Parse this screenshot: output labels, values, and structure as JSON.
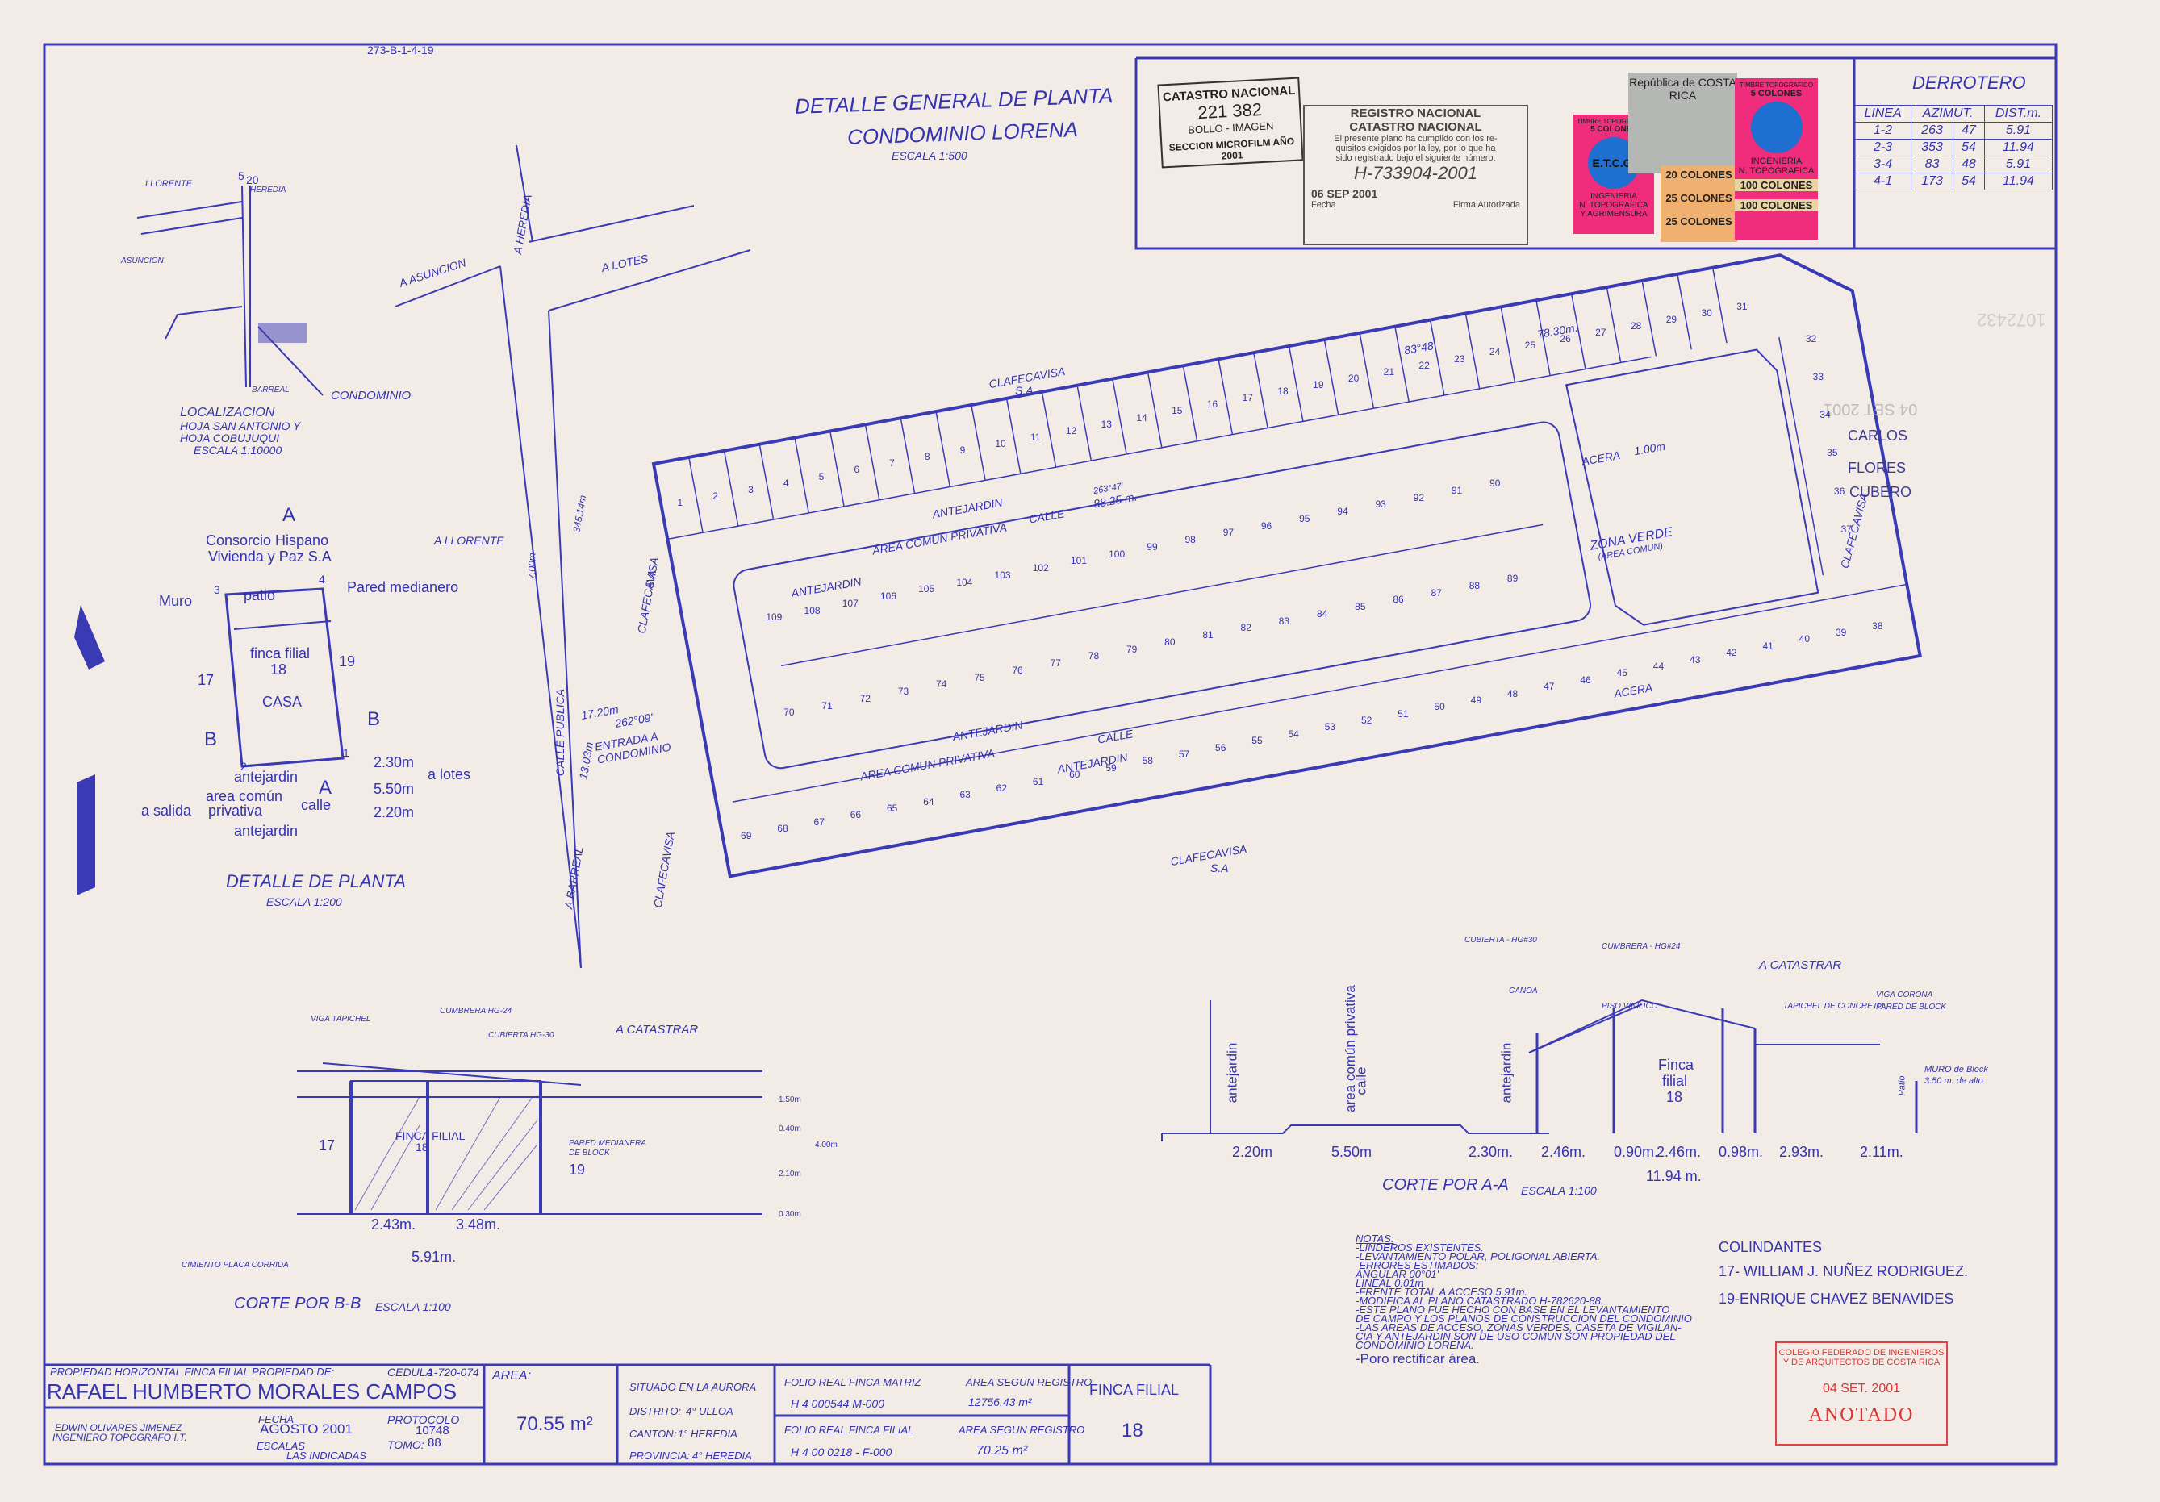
{
  "header": {
    "ref_code": "273-B-1-4-19",
    "title_line1": "DETALLE GENERAL DE PLANTA",
    "title_line2": "CONDOMINIO LORENA",
    "scale": "ESCALA 1:500"
  },
  "catastro_stamp": {
    "title": "CATASTRO NACIONAL",
    "number": "221 382",
    "sub": "BOLLO - IMAGEN",
    "footer": "SECCION MICROFILM AÑO 2001"
  },
  "registration_stamp": {
    "title1": "REGISTRO NACIONAL",
    "title2": "CATASTRO NACIONAL",
    "text1": "El presente plano ha cumplido con los re-",
    "text2": "quisitos exigidos por la ley, por lo que ha",
    "text3": "sido registrado bajo el siguiente número:",
    "number": "H-733904-2001",
    "date": "06 SEP 2001",
    "date_label": "Fecha",
    "sign_label": "Firma Autorizada"
  },
  "revenue_stamps": {
    "s1_top": "TIMBRE TOPOGRAFICO",
    "s1_val": "5 COLONES",
    "s1_mid": "E.T.C.G.",
    "s1_bot1": "INGENIERIA",
    "s1_bot2": "N. TOPOGRAFICA",
    "s1_bot3": "Y AGRIMENSURA",
    "country": "República de COSTA RICA",
    "s2_a": "20 COLONES",
    "s2_b": "25 COLONES",
    "s2_c": "25 COLONES",
    "s3_a": "100 COLONES",
    "s3_b": "100 COLONES"
  },
  "derrotero": {
    "title": "DERROTERO",
    "headers": [
      "LINEA",
      "AZIMUT.",
      "",
      "DIST.m."
    ],
    "rows": [
      [
        "1-2",
        "263",
        "47",
        "5.91"
      ],
      [
        "2-3",
        "353",
        "54",
        "11.94"
      ],
      [
        "3-4",
        "83",
        "48",
        "5.91"
      ],
      [
        "4-1",
        "173",
        "54",
        "11.94"
      ]
    ]
  },
  "right_stamp": {
    "line1": "CARLOS",
    "line2": "FLORES",
    "line3": "CUBERO",
    "faint_date": "04 SET 2001",
    "side_number": "1072432"
  },
  "location": {
    "title": "LOCALIZACION",
    "line2": "HOJA SAN ANTONIO Y",
    "line3": "HOJA COBUJUQUI",
    "scale": "ESCALA 1:10000",
    "condominio": "CONDOMINIO",
    "llorente": "LLORENTE",
    "asuncion": "ASUNCION",
    "heredia": "HEREDIA",
    "barreal": "BARREAL",
    "n5": "5",
    "n20": "20"
  },
  "street_labels": {
    "asuncion": "A ASUNCION",
    "heredia": "A HEREDIA",
    "lotes": "A LOTES",
    "llorente": "A LLORENTE",
    "barreal": "A BARREAL",
    "calle_publica": "CALLE PUBLICA",
    "clafecavisa": "CLAFECAVISA",
    "sa": "S.A",
    "acera": "ACERA",
    "antejardin": "ANTEJARDIN",
    "calle": "CALLE",
    "area_comun": "AREA COMUN PRIVATIVA",
    "zona_verde": "ZONA VERDE",
    "area_comun_small": "(AREA COMUN)",
    "entrada": "ENTRADA A CONDOMINIO",
    "dim_7": "7.00m",
    "dim_345": "345.14m",
    "dim_1720": "17.20m",
    "dim_26209": "262°09'",
    "dim_1303": "13.03m",
    "dim_7830": "78.30m.",
    "dim_8348": "83°48'",
    "dim_8825": "88.25 m.",
    "dim_8347": "263°47'",
    "dim_100": "1.00m"
  },
  "lots": {
    "top_row": [
      "1",
      "2",
      "3",
      "4",
      "5",
      "6",
      "7",
      "8",
      "9",
      "10",
      "11",
      "12",
      "13",
      "14",
      "15",
      "16",
      "17",
      "18",
      "19",
      "20",
      "21",
      "22",
      "23",
      "24",
      "25",
      "26",
      "27",
      "28",
      "29",
      "30",
      "31"
    ],
    "right_col": [
      "32",
      "33",
      "34",
      "35",
      "36",
      "37"
    ],
    "bottom_row": [
      "69",
      "68",
      "67",
      "66",
      "65",
      "64",
      "63",
      "62",
      "61",
      "60",
      "59",
      "58",
      "57",
      "56",
      "55",
      "54",
      "53",
      "52",
      "51",
      "50",
      "49",
      "48",
      "47",
      "46",
      "45",
      "44",
      "43",
      "42",
      "41",
      "40",
      "39",
      "38"
    ],
    "inner_top": [
      "109",
      "108",
      "107",
      "106",
      "105",
      "104",
      "103",
      "102",
      "101",
      "100",
      "99",
      "98",
      "97",
      "96",
      "95",
      "94",
      "93",
      "92",
      "91",
      "90"
    ],
    "inner_bottom": [
      "70",
      "71",
      "72",
      "73",
      "74",
      "75",
      "76",
      "77",
      "78",
      "79",
      "80",
      "81",
      "82",
      "83",
      "84",
      "85",
      "86",
      "87",
      "88",
      "89"
    ]
  },
  "plan_detail": {
    "title": "DETALLE DE PLANTA",
    "scale": "ESCALA 1:200",
    "owner1": "Consorcio Hispano",
    "owner2": "Vivienda y Paz S.A",
    "muro": "Muro",
    "patio": "patio",
    "pared": "Pared medianero",
    "finca": "finca filial",
    "finca_no": "18",
    "casa": "CASA",
    "n17": "17",
    "n19": "19",
    "a": "A",
    "b": "B",
    "p1": "1",
    "p2": "2",
    "p3": "3",
    "p4": "4",
    "antejardin": "antejardin",
    "area_comun": "area común",
    "privativa": "privativa",
    "calle": "calle",
    "a_salida": "a salida",
    "a_lotes": "a lotes",
    "d1": "2.30m",
    "d2": "5.50m",
    "d3": "2.20m"
  },
  "section_bb": {
    "title": "CORTE POR B-B",
    "scale": "ESCALA 1:100",
    "a_catastrar": "A CATASTRAR",
    "viga": "VIGA TAPICHEL",
    "cumbrera": "CUMBRERA HG-24",
    "cubierta": "CUBIERTA HG-30",
    "pared": "PARED MEDIANERA",
    "de_block": "DE BLOCK",
    "finca": "FINCA FILIAL",
    "finca_no": "18",
    "n17": "17",
    "n19": "19",
    "d1": "2.43m.",
    "d2": "3.48m.",
    "total": "5.91m.",
    "cimiento": "CIMIENTO PLACA CORRIDA",
    "h1": "1.50m",
    "h2": "0.40m",
    "h3": "2.10m",
    "h4": "0.30m",
    "htot": "4.00m"
  },
  "section_aa": {
    "title": "CORTE POR A-A",
    "scale": "ESCALA 1:100",
    "a_catastrar": "A CATASTRAR",
    "cubierta": "CUBIERTA - HG#30",
    "cumbrera": "CUMBRERA - HG#24",
    "piso": "PISO VINILICO",
    "tapichel": "TAPICHEL DE CONCRETO",
    "canoa": "CANOA",
    "viga": "VIGA CORONA",
    "pared": "PARED DE BLOCK",
    "muro": "MURO de Block",
    "muro2": "3.50 m. de alto",
    "patio": "Patio",
    "antejardin": "antejardin",
    "area_comun": "area común privativa",
    "calle": "calle",
    "finca": "Finca",
    "filial": "filial",
    "finca_no": "18",
    "d1": "2.20m",
    "d2": "5.50m",
    "d3": "2.30m.",
    "d4": "2.46m.",
    "d5": "0.90m.",
    "d6": "2.46m.",
    "d7": "0.98m.",
    "d8": "2.93m.",
    "d9": "2.11m.",
    "total": "11.94 m."
  },
  "notes": {
    "title": "NOTAS:",
    "lines": [
      "-LINDEROS EXISTENTES.",
      "-LEVANTAMIENTO POLAR, POLIGONAL ABIERTA.",
      "-ERRORES ESTIMADOS:",
      "ANGULAR 00°01'",
      "LINEAL 0.01m",
      "-FRENTE TOTAL A ACCESO  5.91m.",
      "-MODIFICA AL PLANO CATASTRADO H-782620-88.",
      "-ESTE PLANO FUE HECHO CON BASE EN EL LEVANTAMIENTO",
      "DE CAMPO Y LOS PLANOS DE CONSTRUCCION DEL CONDOMINIO",
      "-LAS AREAS DE ACCESO, ZONAS VERDES, CASETA DE VIGILAN-",
      "CIA Y ANTEJARDIN SON DE USO COMUN SON PROPIEDAD DEL",
      "CONDOMINIO LORENA.",
      "-Poro rectificar área."
    ]
  },
  "colindantes": {
    "title": "COLINDANTES",
    "line1": "17- WILLIAM J. NUÑEZ RODRIGUEZ.",
    "line2": "19-ENRIQUE CHAVEZ BENAVIDES"
  },
  "red_stamp": {
    "line1": "COLEGIO FEDERADO DE INGENIEROS",
    "line2": "Y DE ARQUITECTOS DE COSTA RICA",
    "date": "04 SET. 2001",
    "status": "ANOTADO"
  },
  "title_block": {
    "prop_label": "PROPIEDAD HORIZONTAL FINCA FILIAL PROPIEDAD DE:",
    "cedula_label": "CEDULA",
    "cedula": "1-720-074",
    "owner": "RAFAEL HUMBERTO MORALES CAMPOS",
    "engineer": "EDWIN OLIVARES JIMENEZ",
    "engineer_title": "INGENIERO TOPOGRAFO I.T.",
    "fecha_label": "FECHA",
    "fecha": "AGOSTO 2001",
    "escalas_label": "ESCALAS",
    "escalas": "LAS INDICADAS",
    "protocolo_label": "PROTOCOLO",
    "protocolo": "10748",
    "tomo_label": "TOMO:",
    "tomo": "88",
    "area_label": "AREA:",
    "area": "70.55 m²",
    "situado_label": "SITUADO EN LA AURORA",
    "distrito_label": "DISTRITO:",
    "distrito": "4° ULLOA",
    "canton_label": "CANTON:",
    "canton": "1° HEREDIA",
    "provincia_label": "PROVINCIA:",
    "provincia": "4° HEREDIA",
    "folio_matriz_label": "FOLIO REAL FINCA MATRIZ",
    "folio_matriz": "H 4 000544  M-000",
    "area_registro_label": "AREA SEGUN REGISTRO",
    "area_registro": "12756.43 m²",
    "folio_filial_label": "FOLIO REAL FINCA FILIAL",
    "folio_filial": "H 4 00  0218 - F-000",
    "area_registro2_label": "AREA SEGUN REGISTRO",
    "area_registro2": "70.25 m²",
    "finca_filial_label": "FINCA FILIAL",
    "finca_filial": "18"
  },
  "colors": {
    "ink": "#3434b0",
    "paper": "#f3ece6",
    "red": "#d33333",
    "stamp_pink": "#f0287a",
    "stamp_blue": "#1f6fd1"
  }
}
